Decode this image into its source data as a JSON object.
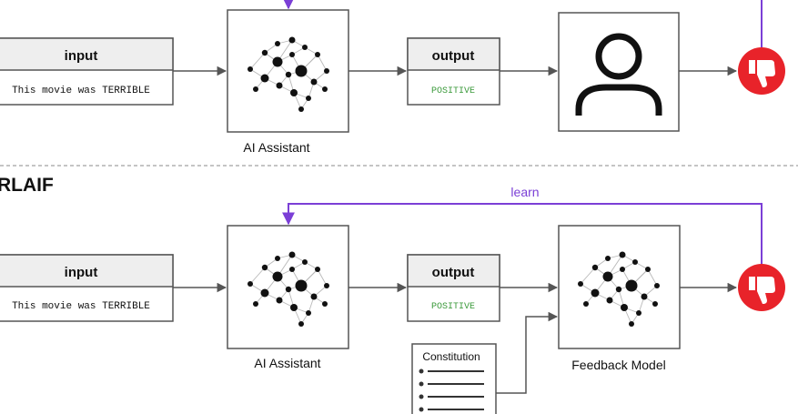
{
  "colors": {
    "learn_arrow": "#7b3fd6",
    "thumb_circle": "#e8232a",
    "positive_text": "#3b9a3b",
    "box_border": "#555555",
    "box_header": "#eeeeee",
    "arrow": "#555555",
    "divider": "#888888"
  },
  "top_row": {
    "input_title": "input",
    "input_text": "This movie was TERRIBLE",
    "assistant_label": "AI Assistant",
    "output_title": "output",
    "output_text": "POSITIVE",
    "human_icon": "person-icon",
    "feedback_icon": "thumbs-down-icon"
  },
  "section": {
    "title": "RLAIF"
  },
  "bottom_row": {
    "learn_label": "learn",
    "input_title": "input",
    "input_text": "This movie was TERRIBLE",
    "assistant_label": "AI Assistant",
    "output_title": "output",
    "output_text": "POSITIVE",
    "constitution_label": "Constitution",
    "feedback_model_label": "Feedback Model",
    "feedback_icon": "thumbs-down-icon"
  }
}
